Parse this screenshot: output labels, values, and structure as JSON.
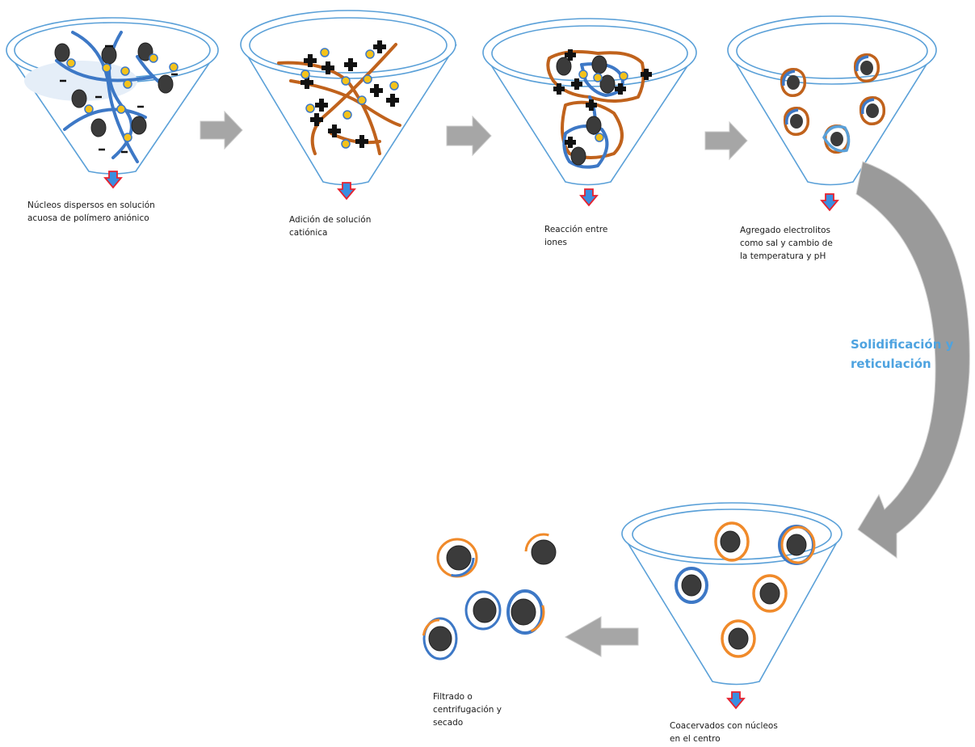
{
  "steps": [
    {
      "id": "step1",
      "caption": "Núcleos dispersos en solución\nacuosa de polímero aniónico"
    },
    {
      "id": "step2",
      "caption": "Adición de solución\ncatiónica"
    },
    {
      "id": "step3",
      "caption": "Reacción entre\niones"
    },
    {
      "id": "step4",
      "caption": "Agregado electrolitos\ncomo sal y cambio de\nla temperatura y pH"
    },
    {
      "id": "step5",
      "caption": "Coacervados con núcleos\nen el centro"
    },
    {
      "id": "step6",
      "caption": "Filtrado o\ncentrifugación y\nsecado"
    }
  ],
  "side_label": "Solidificación y\nreticulación",
  "colors": {
    "funnel_outline": "#5aa0d8",
    "anionic_polymer": "#3d78c6",
    "cationic_polymer": "#c0621c",
    "core": "#3b3b3b",
    "ion_yellow": "#f4c21b",
    "cation_cross": "#111111",
    "flow_arrow": "#a6a6a6",
    "drain_arrow_fill": "#3a8ee0",
    "drain_arrow_outline": "#e8222e",
    "side_label": "#4ea3e0"
  }
}
